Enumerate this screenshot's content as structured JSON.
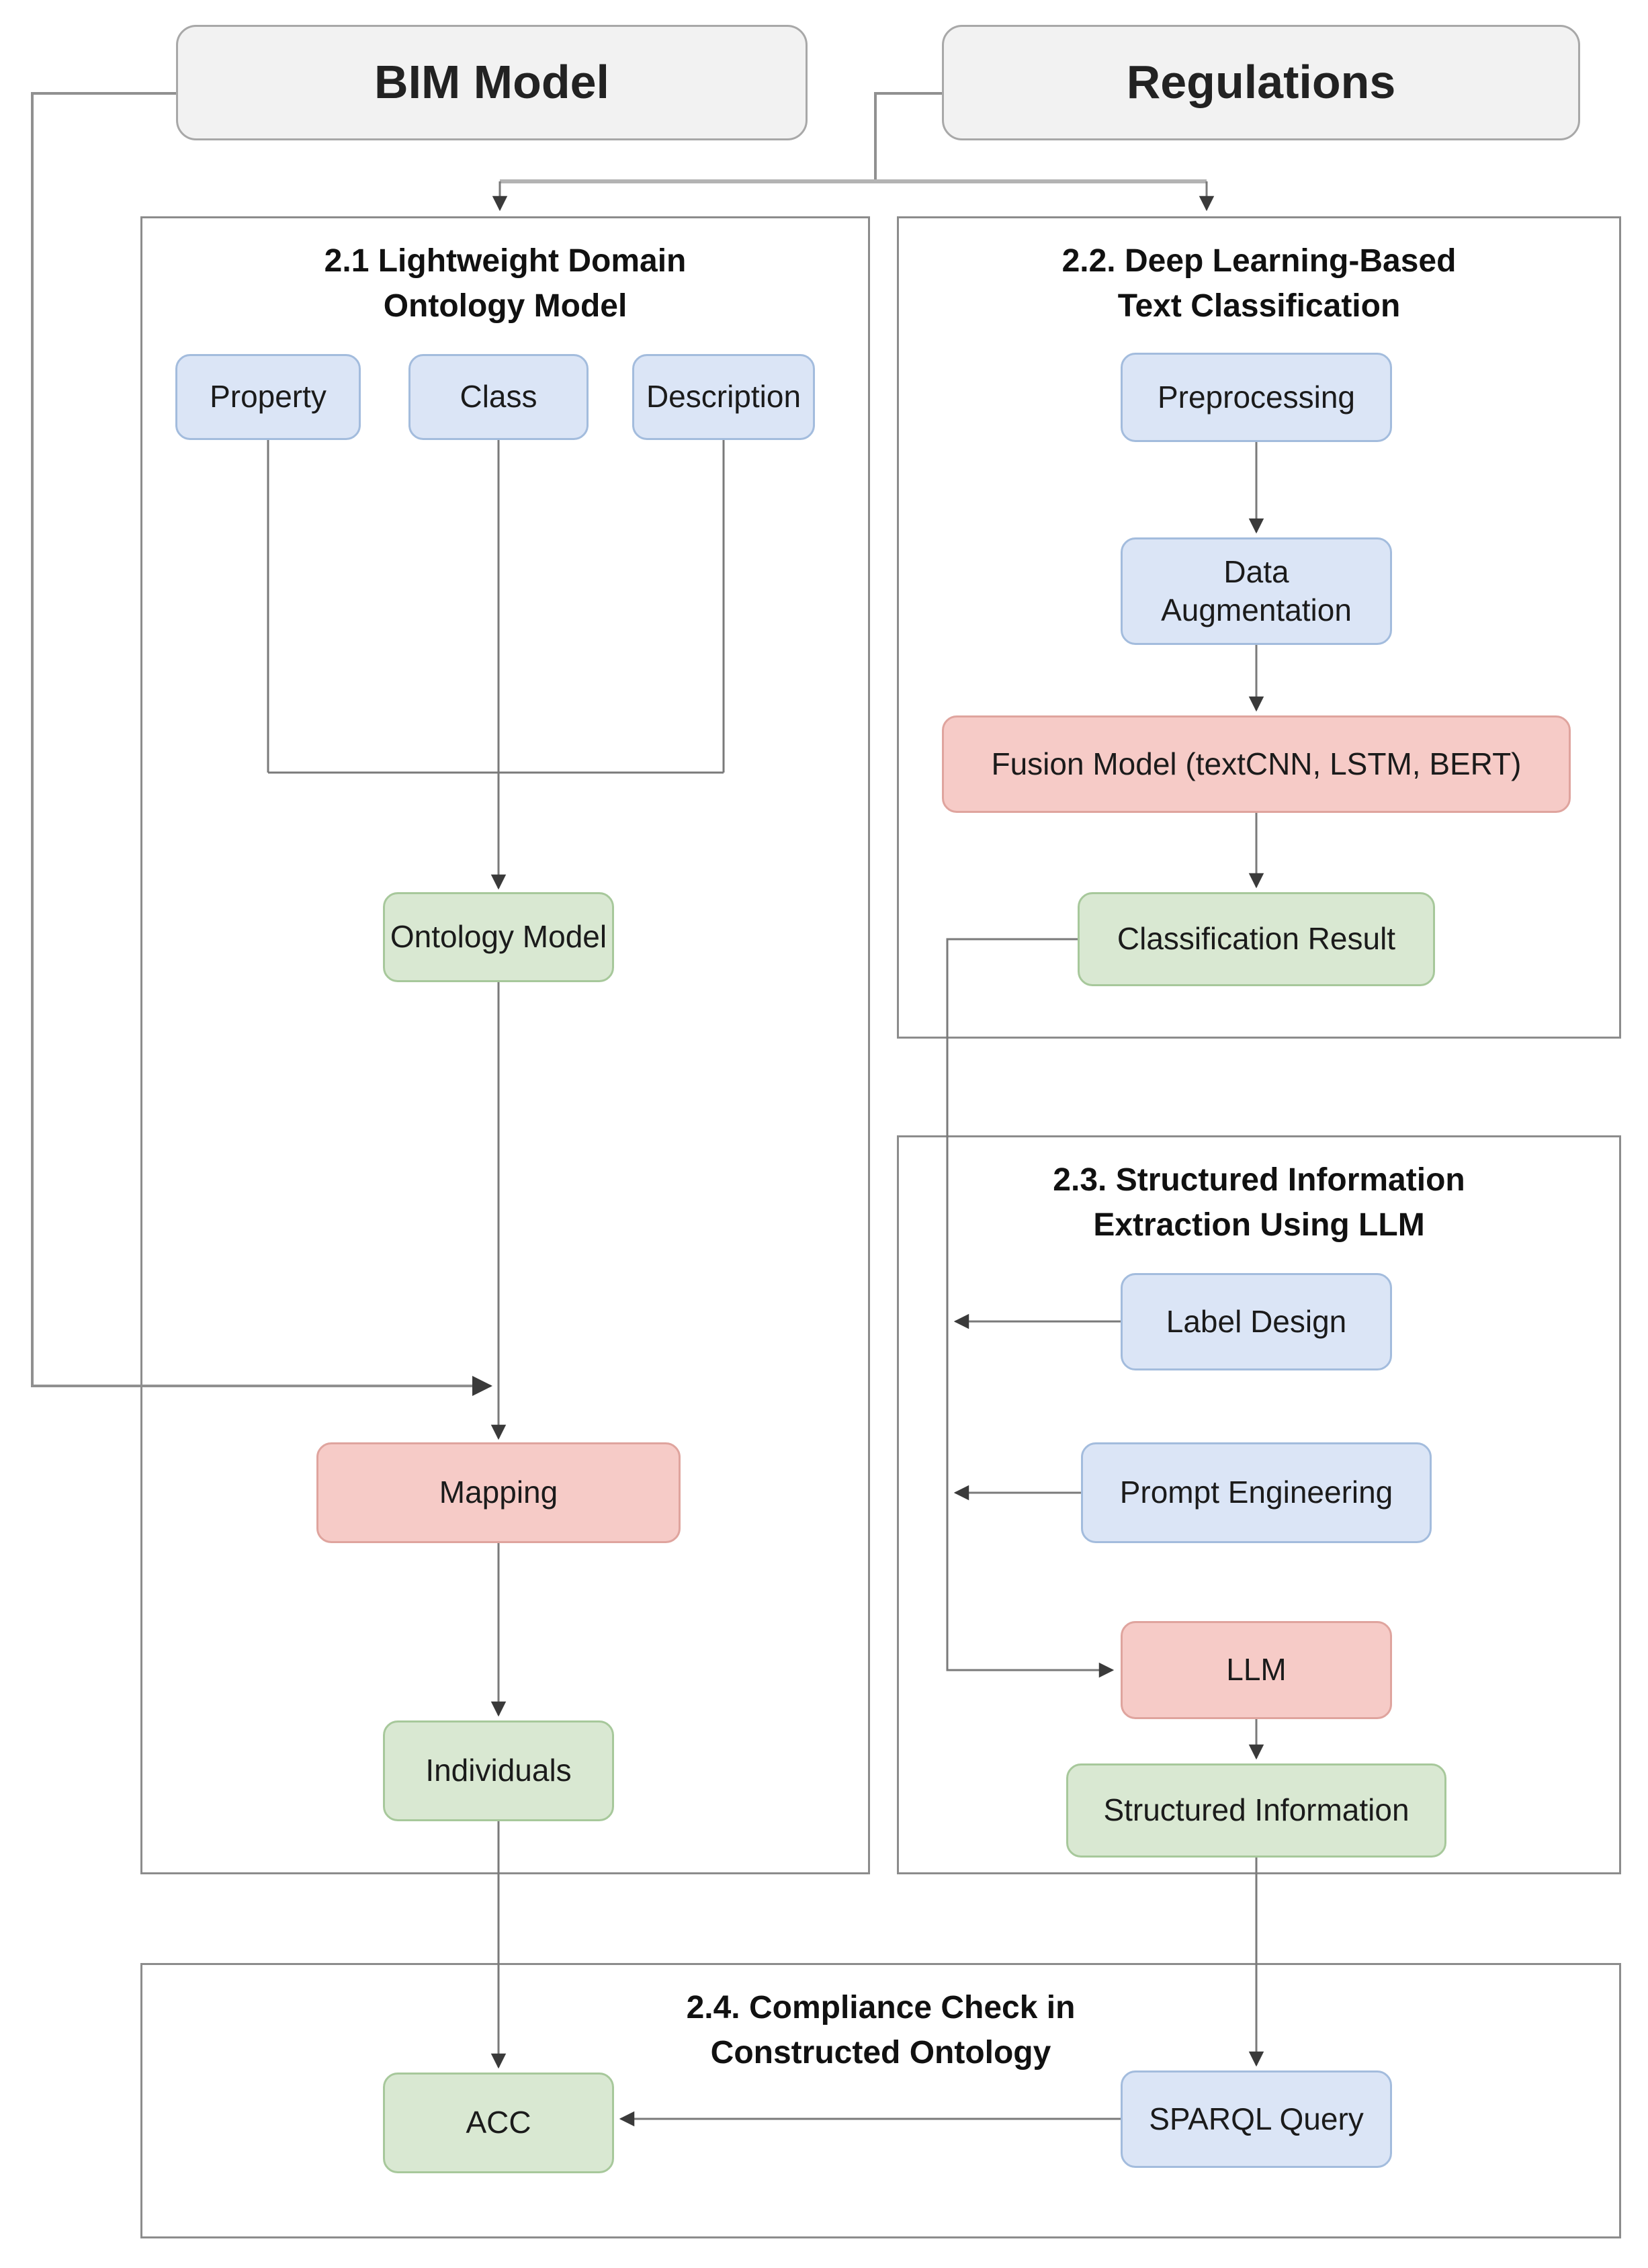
{
  "diagram": {
    "top_nodes": {
      "bim": "BIM Model",
      "regulations": "Regulations"
    },
    "sections": {
      "s21": {
        "line1": "2.1 Lightweight Domain",
        "line2": "Ontology Model"
      },
      "s22": {
        "line1": "2.2. Deep Learning-Based",
        "line2": "Text Classification"
      },
      "s23": {
        "line1": "2.3. Structured Information",
        "line2": "Extraction Using LLM"
      },
      "s24": {
        "line1": "2.4. Compliance Check in",
        "line2": "Constructed Ontology"
      }
    },
    "nodes": {
      "property": "Property",
      "class": "Class",
      "description": "Description",
      "ontology_model": "Ontology Model",
      "mapping": "Mapping",
      "individuals": "Individuals",
      "preprocessing": "Preprocessing",
      "data_augmentation": "Data Augmentation",
      "fusion_model": "Fusion Model (textCNN, LSTM, BERT)",
      "classification_result": "Classification Result",
      "label_design": "Label Design",
      "prompt_engineering": "Prompt Engineering",
      "llm": "LLM",
      "structured_information": "Structured Information",
      "acc": "ACC",
      "sparql_query": "SPARQL Query"
    }
  },
  "colors": {
    "node_blue_fill": "#dbe5f6",
    "node_blue_border": "#a3bcdd",
    "node_pink_fill": "#f6cbc7",
    "node_pink_border": "#dfa49e",
    "node_green_fill": "#d9e8d2",
    "node_green_border": "#a7c89b",
    "node_grey_fill": "#f2f2f2",
    "node_grey_border": "#a8a8a8",
    "section_border": "#8c8c8c",
    "connector": "#7a7a7a",
    "connector_light": "#b3b3b3",
    "arrowhead": "#3a3a3a"
  }
}
